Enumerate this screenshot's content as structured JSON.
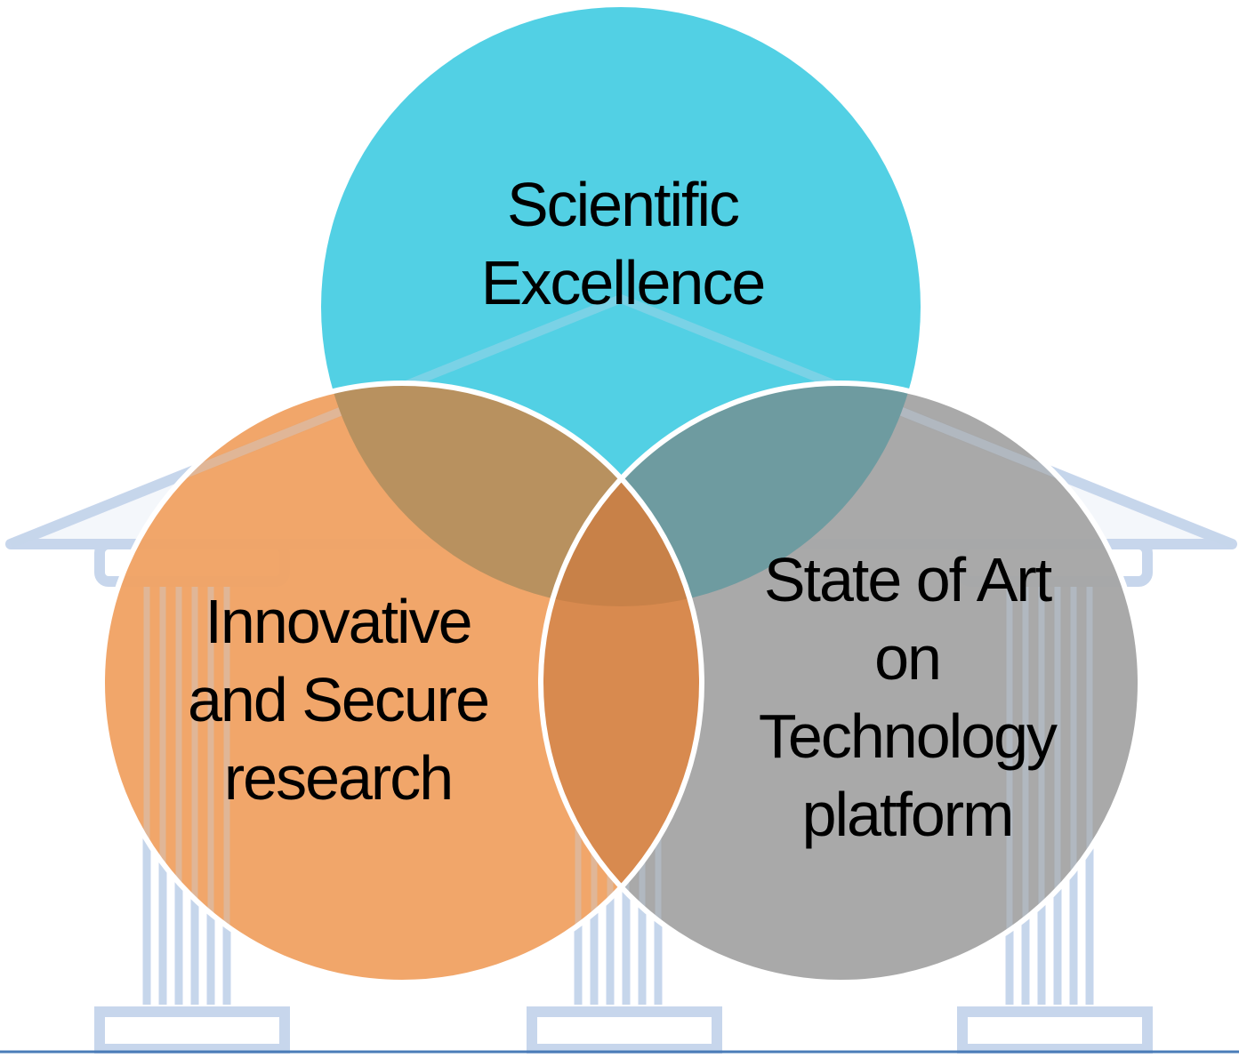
{
  "diagram": {
    "circles": [
      {
        "id": "top",
        "lines": [
          "Scientific",
          "Excellence"
        ],
        "color": "#52D0E4"
      },
      {
        "id": "left",
        "lines": [
          "Innovative",
          "and Secure",
          "research"
        ],
        "color": "#F0A264"
      },
      {
        "id": "right",
        "lines": [
          "State of Art",
          "on",
          "Technology",
          "platform"
        ],
        "color": "#A6A6A6"
      }
    ],
    "overlap_colors": {
      "top_left": "#B8915F",
      "top_right": "#6E9BA0",
      "left_right": "#D88A4F",
      "center": "#C88148"
    },
    "background_icon": "greek-temple-icon",
    "background_icon_color": "#C7D6EC",
    "bottom_line_color": "#4A7CB8"
  }
}
